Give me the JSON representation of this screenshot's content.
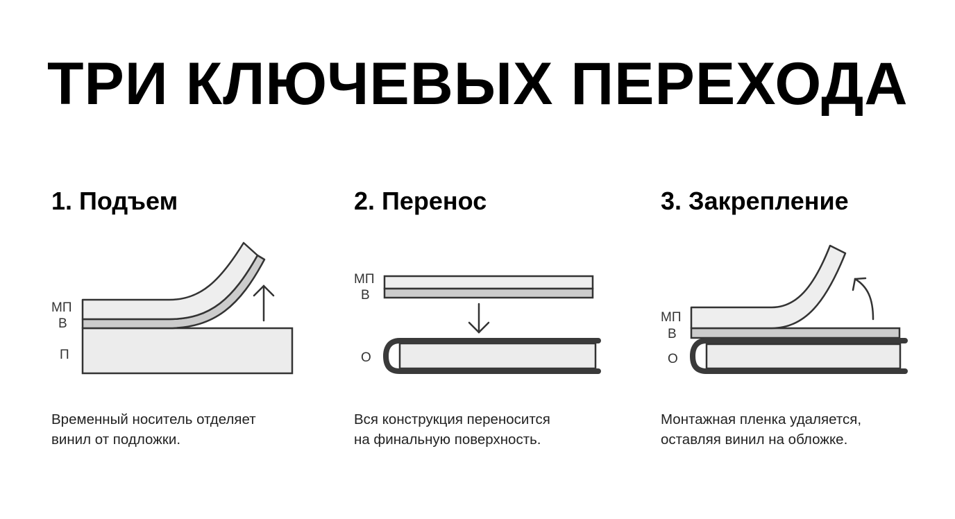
{
  "title": "ТРИ КЛЮЧЕВЫХ ПЕРЕХОДА",
  "steps": [
    {
      "title": "1. Подъем",
      "labels": {
        "top": "МП",
        "middle": "В",
        "bottom": "П"
      },
      "description": [
        "Временный носитель отделяет",
        "винил от подложки."
      ]
    },
    {
      "title": "2. Перенос",
      "labels": {
        "top": "МП",
        "middle": "В",
        "bottom": "О"
      },
      "description": [
        "Вся конструкция переносится",
        "на финальную поверхность."
      ]
    },
    {
      "title": "3. Закрепление",
      "labels": {
        "top": "МП",
        "middle": "В",
        "bottom": "О"
      },
      "description": [
        "Монтажная пленка удаляется,",
        "оставляя винил на обложке."
      ]
    }
  ],
  "colors": {
    "stroke": "#333333",
    "film_fill": "#eeeeee",
    "vinyl_fill": "#cccccc",
    "base_fill": "#ececec",
    "cover_stroke": "#3a3a3a"
  },
  "icons": [
    "up-arrow-icon",
    "down-arrow-icon",
    "curved-arrow-icon"
  ]
}
